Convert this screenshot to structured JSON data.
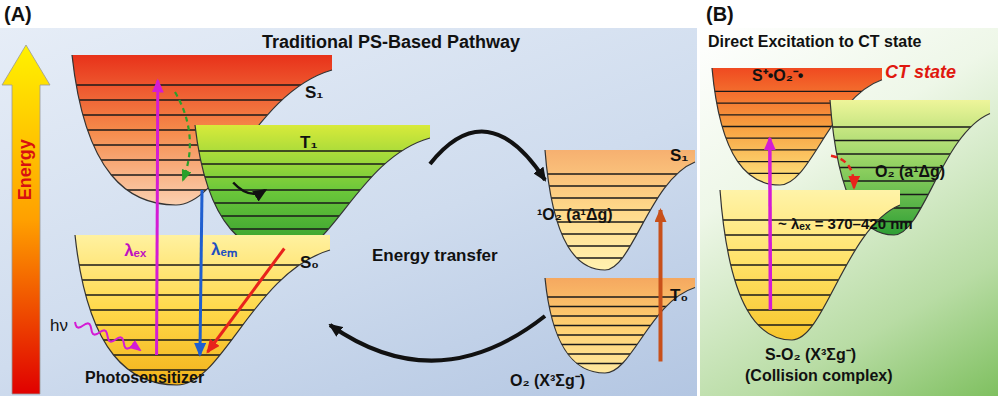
{
  "diagram": {
    "nodes": [
      {
        "text": [
          "Traditional PS-Based Pathway"
        ]
      },
      {
        "text": [
          "S₁"
        ],
        "in": 0
      },
      {
        "text": [
          "T₁"
        ],
        "in": 0
      },
      {
        "text": [
          "S₀",
          "Photosensitizer"
        ],
        "in": 0
      },
      {
        "text": [
          "S₁",
          "¹O₂ (a¹Δg)"
        ],
        "in": 0
      },
      {
        "text": [
          "T₀",
          "O₂ (X³Σg⁻)"
        ],
        "in": 0
      },
      {
        "text": [
          "Direct Excitation to CT state"
        ]
      },
      {
        "text": [
          "S⁺•O₂⁻•",
          "CT state"
        ],
        "in": 6
      },
      {
        "text": [
          "O₂ (a¹Δg)"
        ],
        "in": 6
      },
      {
        "text": [
          "S-O₂ (X³Σg⁻)",
          "(Collision complex)"
        ],
        "in": 6
      }
    ],
    "edges": [
      {
        "from": 3,
        "to": 1,
        "label": "λₑₓ",
        "arrow": "to"
      },
      {
        "from": 1,
        "to": 3,
        "label": "λₑₘ",
        "arrow": "to"
      },
      {
        "from": 1,
        "to": 2,
        "arrow": "to"
      },
      {
        "from": 2,
        "to": 3,
        "arrow": "to"
      },
      {
        "from": 2,
        "to": 4,
        "arrow": "to"
      },
      {
        "from": 5,
        "to": 3,
        "arrow": "to"
      },
      {
        "from": 5,
        "to": 4,
        "arrow": "to"
      },
      {
        "from": 9,
        "to": 7,
        "label": "~ λₑₓ = 370–420 nm",
        "arrow": "to"
      },
      {
        "from": 7,
        "to": 8,
        "arrow": "to"
      }
    ],
    "labels": [
      "(A)",
      "(B)",
      "Energy",
      "hν",
      "Energy transfer"
    ]
  }
}
